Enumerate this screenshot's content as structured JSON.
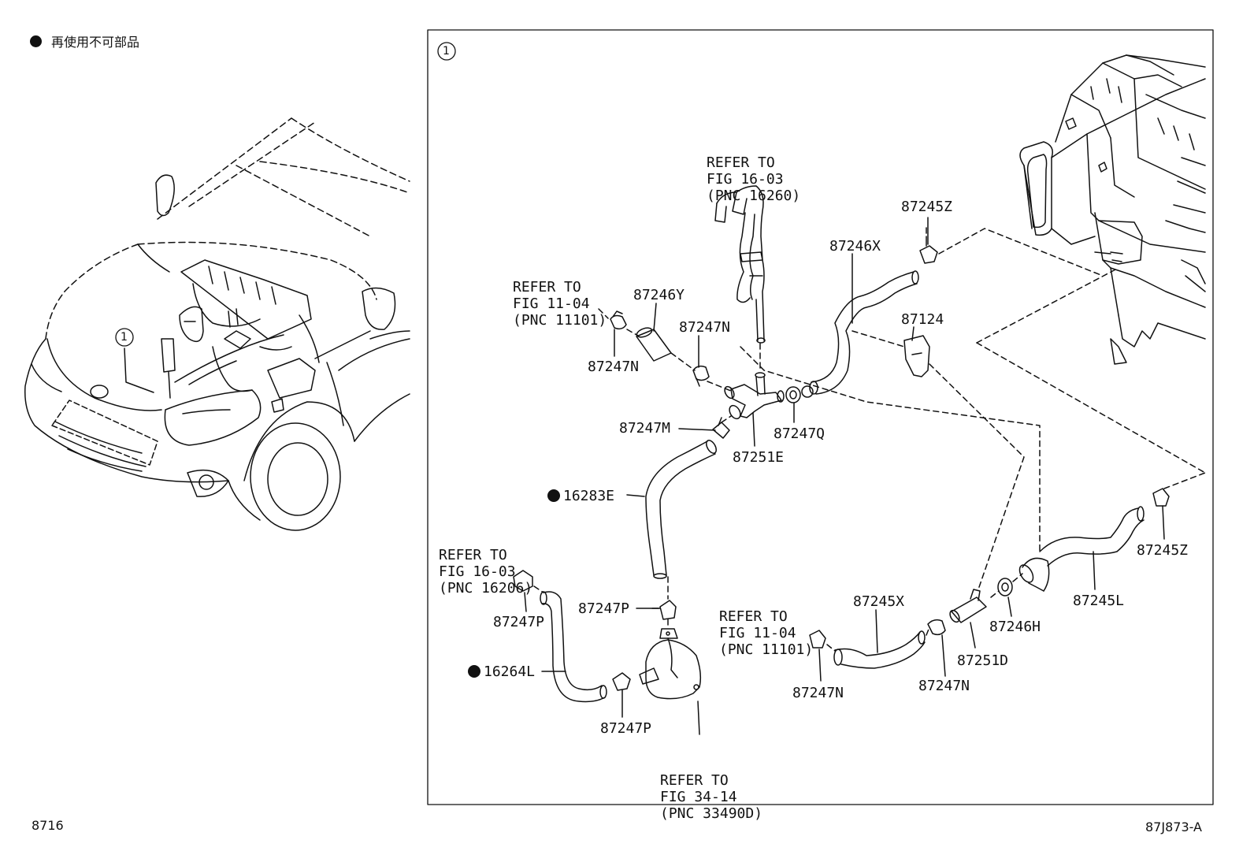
{
  "legend": {
    "symbol": "●",
    "text": "再使用不可部品"
  },
  "callout_circle": "1",
  "footer": {
    "left": "8716",
    "right": "87J873-A"
  },
  "parts": {
    "p87246Y": "87246Y",
    "p87247N_a": "87247N",
    "p87247N_b": "87247N",
    "p87247M": "87247M",
    "p87251E": "87251E",
    "p87247Q": "87247Q",
    "p87246X": "87246X",
    "p87245Z_a": "87245Z",
    "p87124": "87124",
    "p16283E": "16283E",
    "p87247P_a": "87247P",
    "p87247P_b": "87247P",
    "p16264L": "16264L",
    "p87247P_c": "87247P",
    "p87245X": "87245X",
    "p87247N_c": "87247N",
    "p87247N_d": "87247N",
    "p87251D": "87251D",
    "p87246H": "87246H",
    "p87245L": "87245L",
    "p87245Z_b": "87245Z"
  },
  "refs": {
    "r16260": [
      "REFER TO",
      "FIG 16-03",
      "(PNC 16260)"
    ],
    "r11101_a": [
      "REFER TO",
      "FIG 11-04",
      "(PNC 11101)"
    ],
    "r16206": [
      "REFER TO",
      "FIG 16-03",
      "(PNC 16206)"
    ],
    "r11101_b": [
      "REFER TO",
      "FIG 11-04",
      "(PNC 11101)"
    ],
    "r33490D": [
      "REFER TO",
      "FIG 34-14",
      "(PNC 33490D)"
    ]
  }
}
